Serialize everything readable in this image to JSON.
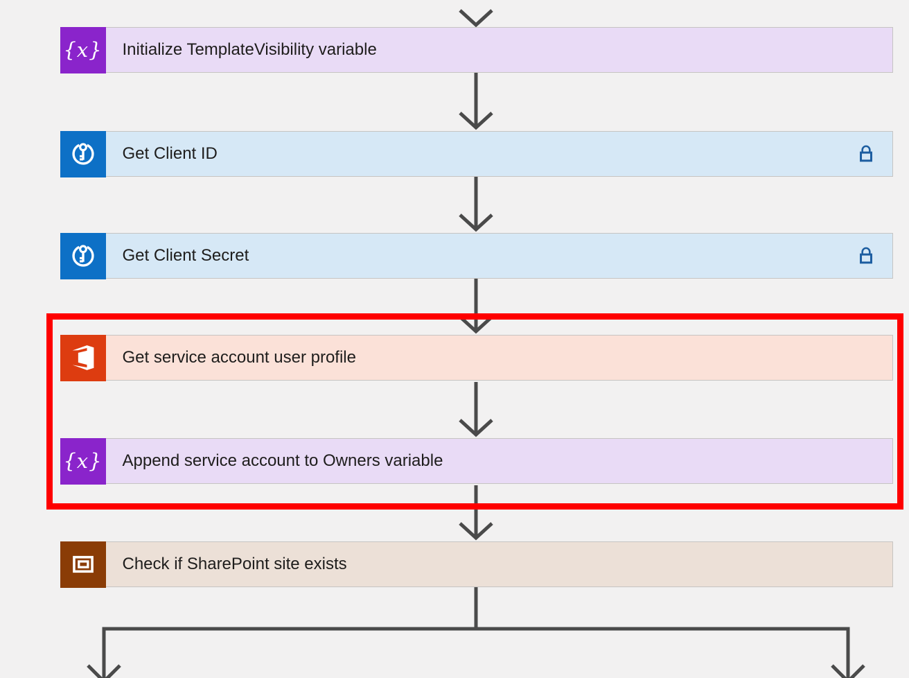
{
  "app_context": "flow-designer-canvas",
  "colors": {
    "canvas_background": "#f2f1f1",
    "arrow_gray": "#4a4a4a",
    "annotation_red": "#fe0000",
    "lock_blue": "#1c5da0",
    "node_border": "#c6c4c2"
  },
  "icons": {
    "variable_glyph": "{x}"
  },
  "flow": {
    "nodes": [
      {
        "label": "Initialize TemplateVisibility variable",
        "connector": "variables",
        "icon": "variable-icon",
        "icon_bg": "#8a24cb",
        "bar_bg": "#e9dbf6",
        "locked": false,
        "highlighted": false
      },
      {
        "label": "Get Client ID",
        "connector": "azure-key-vault",
        "icon": "key-vault-icon",
        "icon_bg": "#0d70c6",
        "bar_bg": "#d6e8f6",
        "locked": true,
        "highlighted": false
      },
      {
        "label": "Get Client Secret",
        "connector": "azure-key-vault",
        "icon": "key-vault-icon",
        "icon_bg": "#0d70c6",
        "bar_bg": "#d6e8f6",
        "locked": true,
        "highlighted": false
      },
      {
        "label": "Get service account user profile",
        "connector": "office-365",
        "icon": "office365-icon",
        "icon_bg": "#dd3c10",
        "bar_bg": "#fbe1d8",
        "locked": false,
        "highlighted": true
      },
      {
        "label": "Append service account to Owners variable",
        "connector": "variables",
        "icon": "variable-icon",
        "icon_bg": "#8a24cb",
        "bar_bg": "#e9dbf6",
        "locked": false,
        "highlighted": true
      },
      {
        "label": "Check if SharePoint site exists",
        "connector": "scope-condition",
        "icon": "scope-icon",
        "icon_bg": "#8a3c06",
        "bar_bg": "#ece0d7",
        "locked": false,
        "highlighted": false
      }
    ],
    "annotation": {
      "type": "red-highlight-rectangle",
      "highlights": [
        "Get service account user profile",
        "Append service account to Owners variable"
      ]
    },
    "branching": "flow splits into two parallel branches after last node"
  }
}
